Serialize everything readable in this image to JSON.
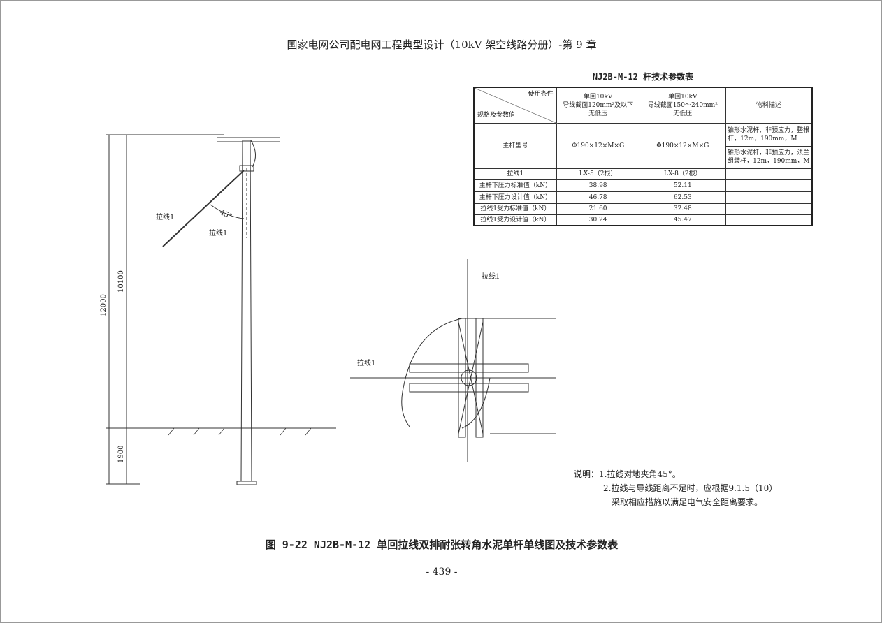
{
  "header": "国家电网公司配电网工程典型设计（10kV 架空线路分册）-第 9 章",
  "table": {
    "title": "NJ2B-M-12 杆技术参数表",
    "corner_top": "使用条件",
    "corner_bottom": "规格及参数值",
    "col1": [
      "单回10kV",
      "导线截面120mm²及以下",
      "无低压"
    ],
    "col2": [
      "单回10kV",
      "导线截面150～240mm²",
      "无低压"
    ],
    "col3": "物料描述",
    "rows": [
      {
        "label": "主杆型号",
        "v1": "Φ190×12×M×G",
        "v2": "Φ190×12×M×G",
        "d1": "锥形水泥杆，非预应力，整根杆，12m，190mm，M",
        "d2": "锥形水泥杆，非预应力，法兰组装杆，12m，190mm，M"
      },
      {
        "label": "拉线1",
        "v1": "LX-5（2根）",
        "v2": "LX-8（2根）"
      },
      {
        "label": "主杆下压力标准值（kN）",
        "v1": "38.98",
        "v2": "52.11"
      },
      {
        "label": "主杆下压力设计值（kN）",
        "v1": "46.78",
        "v2": "62.53"
      },
      {
        "label": "拉线1受力标准值（kN）",
        "v1": "21.60",
        "v2": "32.48"
      },
      {
        "label": "拉线1受力设计值（kN）",
        "v1": "30.24",
        "v2": "45.47"
      }
    ]
  },
  "drawing": {
    "guy_label": "拉线1",
    "angle": "45°",
    "dim_total": "12000",
    "dim_above": "10100",
    "dim_below": "1900"
  },
  "notes": [
    "说明：1.拉线对地夹角45°。",
    "2.拉线与导线距离不足时，应根据9.1.5（10）",
    "采取相应措施以满足电气安全距离要求。"
  ],
  "caption": "图 9-22  NJ2B-M-12 单回拉线双排耐张转角水泥单杆单线图及技术参数表",
  "page_number": "- 439 -"
}
